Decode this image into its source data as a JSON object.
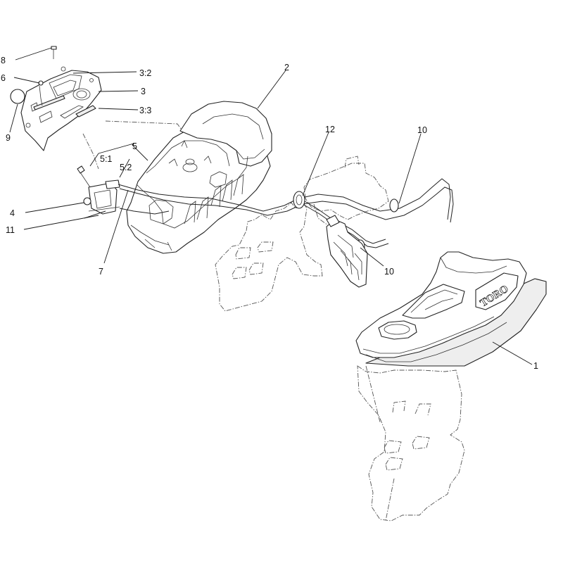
{
  "callouts": {
    "c1": "1",
    "c2": "2",
    "c3": "3",
    "c3_2": "3:2",
    "c3_3": "3:3",
    "c4": "4",
    "c5": "5",
    "c5_1": "5:1",
    "c5_2": "5:2",
    "c6": "6",
    "c7": "7",
    "c8": "8",
    "c9": "9",
    "c10a": "10",
    "c10b": "10",
    "c11": "11",
    "c12": "12"
  },
  "logo": {
    "brand": "TORO"
  },
  "colors": {
    "line": "#222222",
    "background": "#ffffff"
  }
}
